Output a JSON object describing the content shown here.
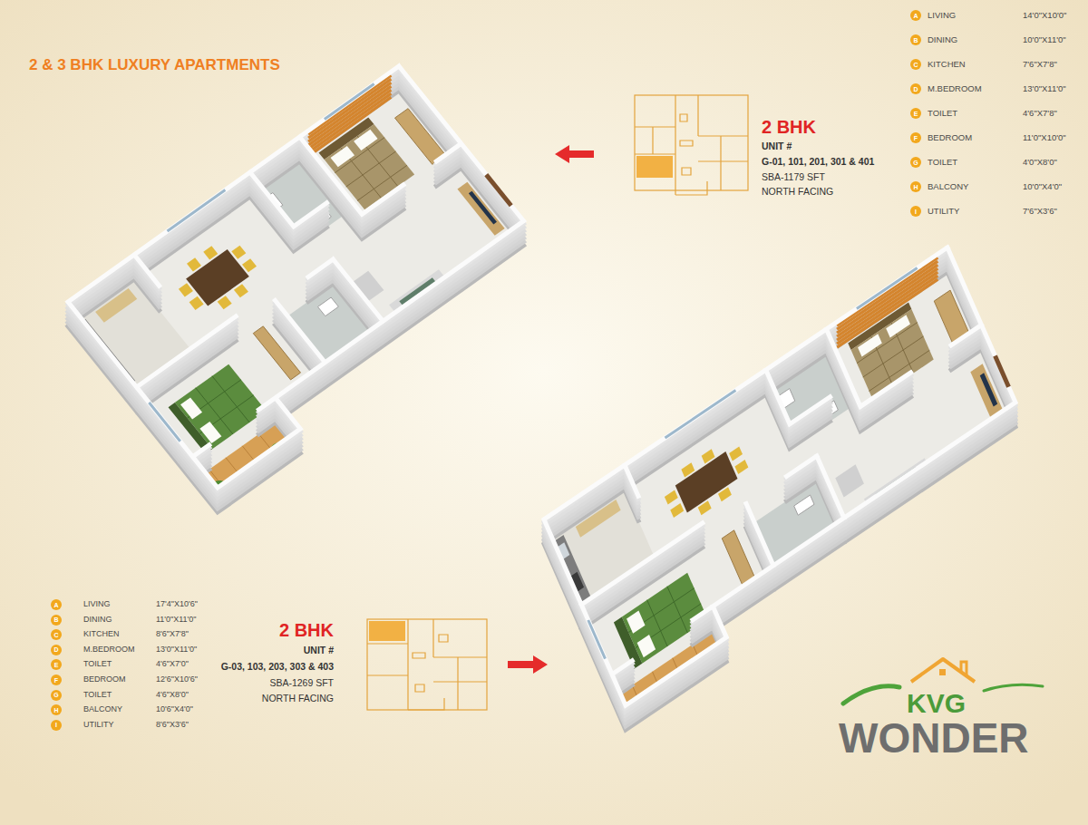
{
  "diagram": {
    "title": "2 & 3 BHK LUXURY APARTMENTS",
    "nodes": [
      {
        "text": [
          "A"
        ]
      },
      {
        "text": [
          "B"
        ]
      },
      {
        "text": [
          "C"
        ]
      },
      {
        "text": [
          "D"
        ]
      },
      {
        "text": [
          "E"
        ]
      },
      {
        "text": [
          "F"
        ]
      },
      {
        "text": [
          "G"
        ]
      },
      {
        "text": [
          "H"
        ]
      },
      {
        "text": [
          "I"
        ]
      },
      {
        "text": [
          "A"
        ]
      },
      {
        "text": [
          "B"
        ]
      },
      {
        "text": [
          "C"
        ]
      },
      {
        "text": [
          "D"
        ]
      },
      {
        "text": [
          "E"
        ]
      },
      {
        "text": [
          "F"
        ]
      },
      {
        "text": [
          "G"
        ]
      },
      {
        "text": [
          "H"
        ]
      },
      {
        "text": [
          "I"
        ]
      }
    ],
    "labels": [
      "2 BHK",
      "UNIT #",
      "G-01, 101, 201, 301 & 401",
      "SBA-1179 SFT",
      "NORTH FACING",
      "LIVING",
      "14'0\"X10'0\"",
      "DINING",
      "10'0\"X11'0\"",
      "KITCHEN",
      "7'6\"X7'8\"",
      "M.BEDROOM",
      "13'0\"X11'0\"",
      "TOILET",
      "4'6\"X7'8\"",
      "BEDROOM",
      "11'0\"X10'0\"",
      "TOILET",
      "4'0\"X8'0\"",
      "BALCONY",
      "10'0\"X4'0\"",
      "UTILITY",
      "7'6\"X3'6\"",
      "LIVING",
      "17'4\"X10'6\"",
      "DINING",
      "11'0\"X11'0\"",
      "KITCHEN",
      "8'6\"X7'8\"",
      "M.BEDROOM",
      "13'0\"X11'0\"",
      "TOILET",
      "4'6\"X7'0\"",
      "BEDROOM",
      "12'6\"X10'6\"",
      "TOILET",
      "4'6\"X8'0\"",
      "BALCONY",
      "10'6\"X4'0\"",
      "UTILITY",
      "8'6\"X3'6\"",
      "2 BHK",
      "UNIT #",
      "G-03, 103, 203, 303 & 403",
      "SBA-1269 SFT",
      "NORTH FACING",
      "KVG",
      "WONDER"
    ]
  }
}
